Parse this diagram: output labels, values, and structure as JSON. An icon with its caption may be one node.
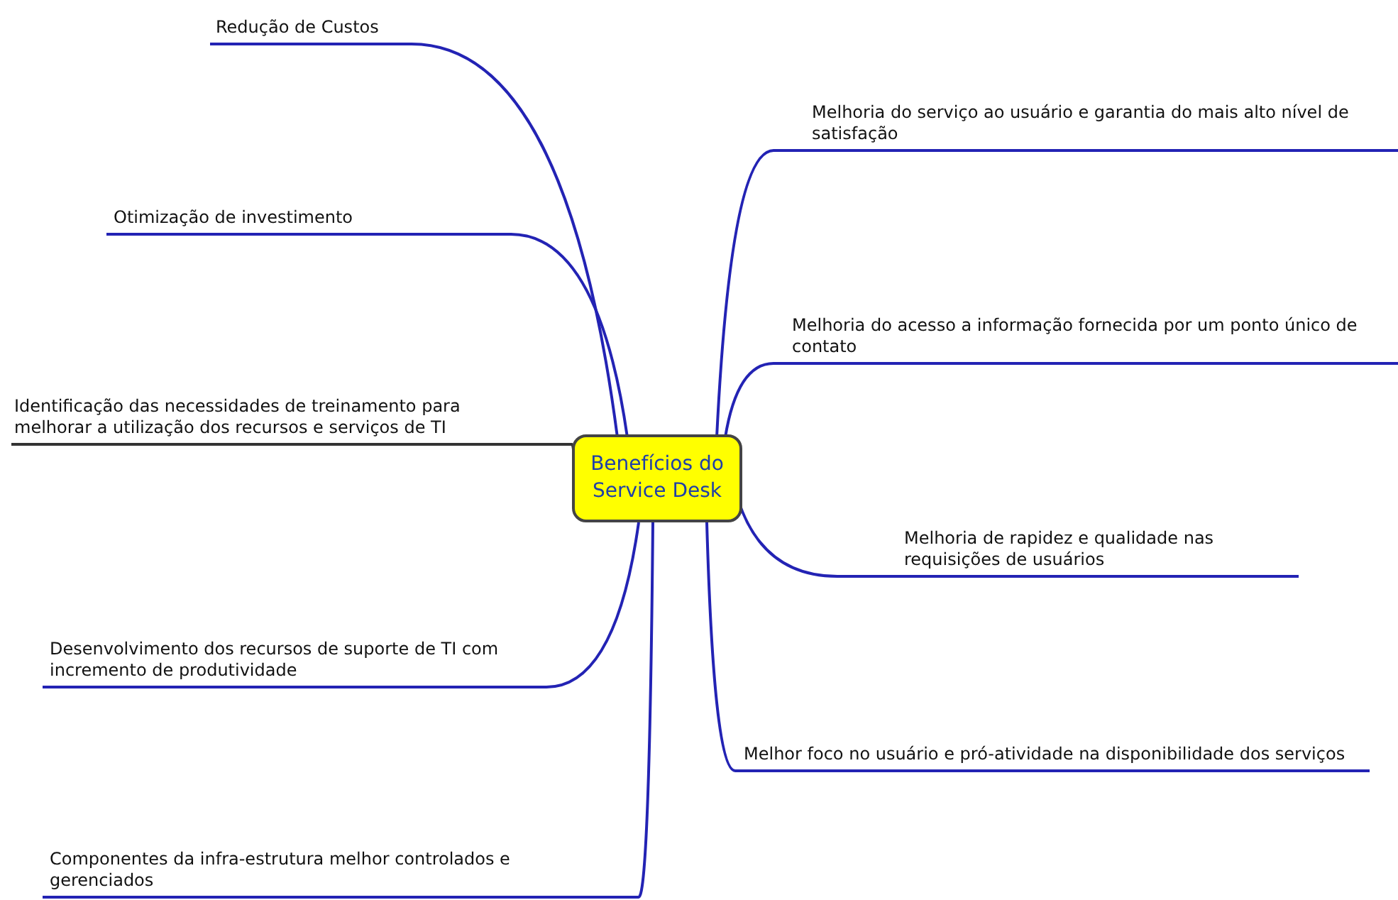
{
  "diagram": {
    "nodes": [
      {
        "text": [
          "Benefícios do Service Desk"
        ]
      },
      {
        "text": [
          "Redução de Custos"
        ]
      },
      {
        "text": [
          "Otimização de investimento"
        ]
      },
      {
        "text": [
          "Identificação das necessidades de treinamento para melhorar a utilização dos recursos e serviços de TI"
        ]
      },
      {
        "text": [
          "Desenvolvimento dos recursos de suporte de TI com incremento de produtividade"
        ]
      },
      {
        "text": [
          "Componentes da infra-estrutura melhor controlados e gerenciados"
        ]
      },
      {
        "text": [
          "Melhoria do serviço ao usuário e garantia do mais alto nível de satisfação"
        ]
      },
      {
        "text": [
          "Melhoria do acesso a informação fornecida por um ponto único de contato"
        ]
      },
      {
        "text": [
          "Melhoria de rapidez e qualidade nas requisições de usuários"
        ]
      },
      {
        "text": [
          "Melhor foco no usuário e pró-atividade na disponibilidade dos serviços"
        ]
      }
    ],
    "edges": [
      {
        "from": 0,
        "to": 1,
        "arrow": "none"
      },
      {
        "from": 0,
        "to": 2,
        "arrow": "none"
      },
      {
        "from": 0,
        "to": 3,
        "arrow": "none",
        "color": "#333333"
      },
      {
        "from": 0,
        "to": 4,
        "arrow": "none"
      },
      {
        "from": 0,
        "to": 5,
        "arrow": "none"
      },
      {
        "from": 0,
        "to": 6,
        "arrow": "none"
      },
      {
        "from": 0,
        "to": 7,
        "arrow": "none"
      },
      {
        "from": 0,
        "to": 8,
        "arrow": "none"
      },
      {
        "from": 0,
        "to": 9,
        "arrow": "none"
      }
    ]
  }
}
